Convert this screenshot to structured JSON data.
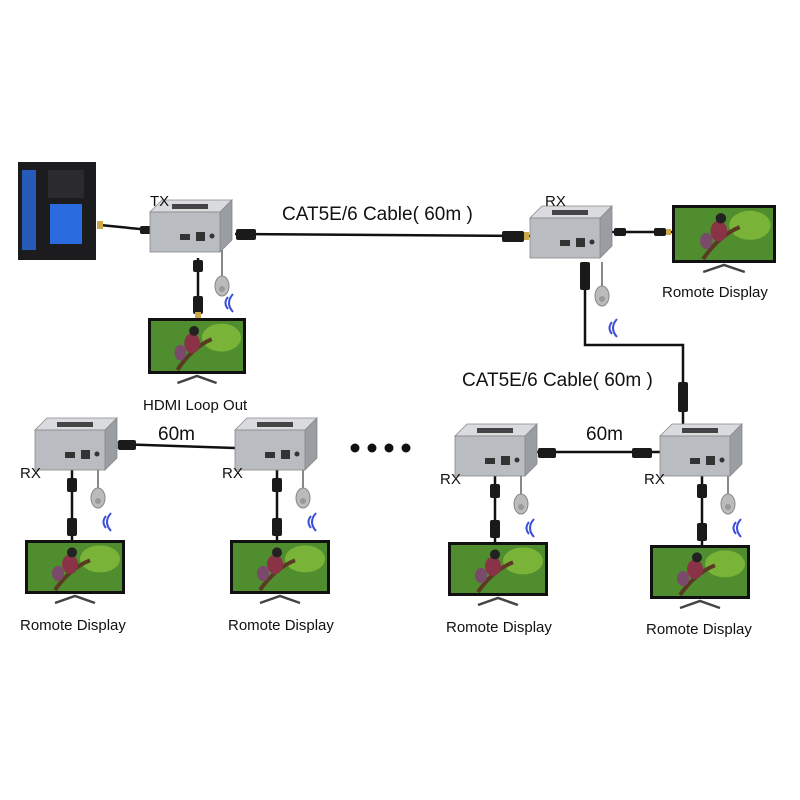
{
  "labels": {
    "tx": "TX",
    "rx_top": "RX",
    "cable_top": "CAT5E/6 Cable( 60m )",
    "cable_mid": "CAT5E/6 Cable( 60m )",
    "loop_out": "HDMI Loop Out",
    "remote_top": "Romote Display",
    "rx_b1": "RX",
    "rx_b2": "RX",
    "rx_b3": "RX",
    "rx_b4": "RX",
    "len_left": "60m",
    "len_right": "60m",
    "remote_b1": "Romote Display",
    "remote_b2": "Romote Display",
    "remote_b3": "Romote Display",
    "remote_b4": "Romote Display"
  },
  "colors": {
    "device_body": "#b9bcc0",
    "device_top": "#d9dbde",
    "cable": "#111111",
    "connector_gold": "#c9a94a",
    "wireless": "#3b4fd8",
    "screen_green": "#4f8d2f",
    "pc_blue": "#2a6be0"
  }
}
